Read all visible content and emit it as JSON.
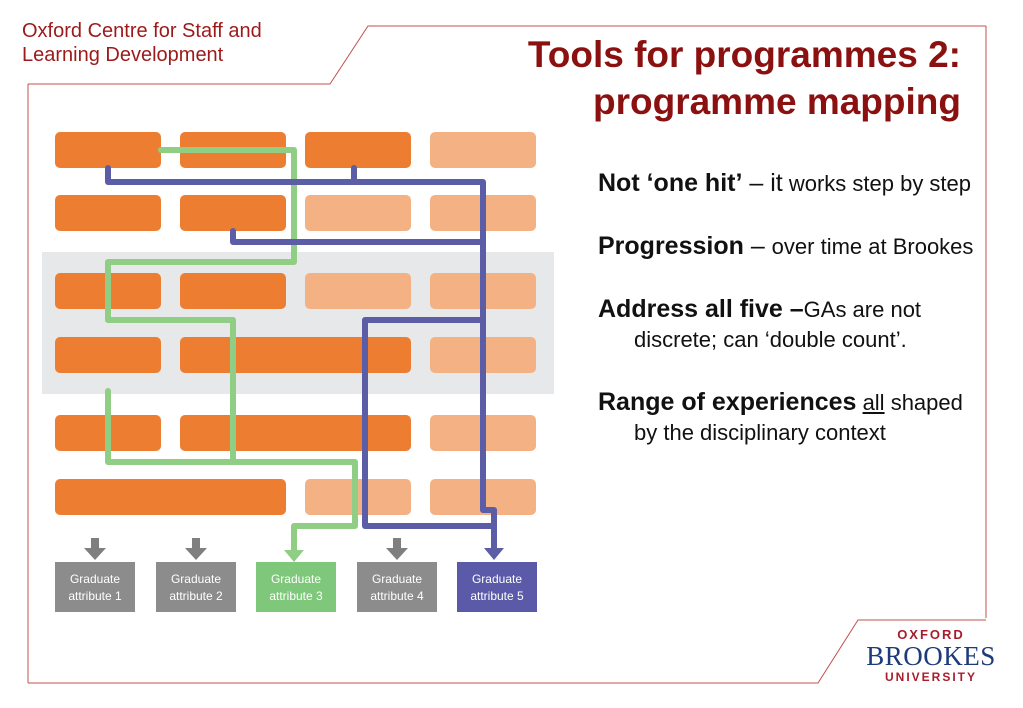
{
  "header": {
    "org_line1": "Oxford Centre for Staff and",
    "org_line2": "Learning Development",
    "title_line1": "Tools for programmes 2:",
    "title_line2": "programme mapping"
  },
  "bullets": [
    {
      "lead": "Not ‘one hit’",
      "sep": " – ",
      "mid": "it",
      "rest": " works step by step"
    },
    {
      "lead": "Progression",
      "sep": " – ",
      "rest": "over time at Brookes"
    },
    {
      "lead": "Address all five –",
      "rest": "GAs are not discrete; can ‘double count’."
    },
    {
      "lead": "Range of experiences",
      "underlined": "all",
      "rest": " shaped by the disciplinary context"
    }
  ],
  "attributes": [
    {
      "line1": "Graduate",
      "line2": "attribute 1"
    },
    {
      "line1": "Graduate",
      "line2": "attribute 2"
    },
    {
      "line1": "Graduate",
      "line2": "attribute 3"
    },
    {
      "line1": "Graduate",
      "line2": "attribute 4"
    },
    {
      "line1": "Graduate",
      "line2": "attribute 5"
    }
  ],
  "logo": {
    "line1": "OXFORD",
    "line2": "BROOKES",
    "line3": "UNIVERSITY"
  },
  "colors": {
    "accent": "#8b1010",
    "orange": "#ed7d31",
    "light_orange": "#f4b183",
    "green_path": "#8fce84",
    "purple_path": "#5b5ea6",
    "grey_attr": "#8c8c8c",
    "green_attr": "#7fc77a",
    "purple_attr": "#5a5aa8",
    "band": "#e6e8ea"
  }
}
